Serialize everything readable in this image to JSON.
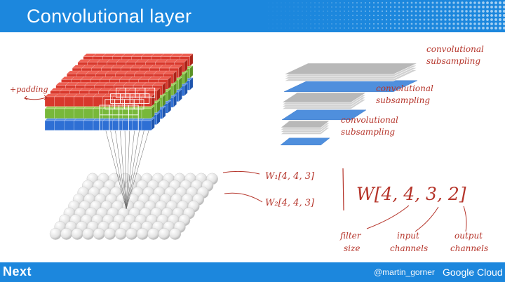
{
  "slide": {
    "title": "Convolutional layer",
    "footer": {
      "brand": "Next",
      "handle": "@martin_gorner",
      "logo": "Google Cloud"
    }
  },
  "annotations": {
    "padding": "+padding",
    "stack_labels": [
      [
        "convolutional",
        "subsampling"
      ],
      [
        "convolutional",
        "subsampling"
      ],
      [
        "convolutional",
        "subsampling"
      ]
    ],
    "w1": "W₁[4, 4, 3]",
    "w2": "W₂[4, 4, 3]",
    "w_full": "W[4, 4, 3, 2]",
    "filter": [
      "filter",
      "size"
    ],
    "input": [
      "input",
      "channels"
    ],
    "output": [
      "output",
      "channels"
    ]
  },
  "colors": {
    "header": "#1c87dd",
    "red": "#d8382c",
    "green": "#78b83a",
    "blue": "#2e6fd4",
    "ink": "#b5342a"
  }
}
